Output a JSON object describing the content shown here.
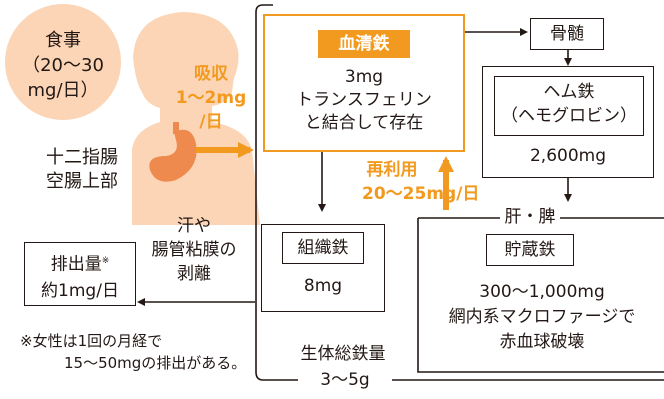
{
  "colors": {
    "accent": "#f29a1f",
    "skin": "#fbd5b5",
    "stomach": "#ee8a4e",
    "text": "#231815"
  },
  "food": {
    "title": "食事",
    "line1": "（20〜30",
    "line2": "mg/日）"
  },
  "absorption": {
    "title": "吸収",
    "line1": "1〜2mg",
    "line2": "/日"
  },
  "duodenum": {
    "line1": "十二指腸",
    "line2": "空腸上部"
  },
  "serum_iron": {
    "title": "血清鉄",
    "amount": "3mg",
    "line1": "トランスフェリン",
    "line2": "と結合して存在"
  },
  "bone_marrow": {
    "label": "骨髄"
  },
  "heme_iron": {
    "title": "ヘム鉄",
    "subtitle": "（ヘモグロビン）",
    "amount": "2,600mg"
  },
  "reuse": {
    "title": "再利用",
    "amount": "20〜25mg/日"
  },
  "storage": {
    "location": "肝・脾",
    "title": "貯蔵鉄",
    "amount": "300〜1,000mg",
    "line1": "網内系マクロファージで",
    "line2": "赤血球破壊"
  },
  "tissue_iron": {
    "title": "組織鉄",
    "amount": "8mg"
  },
  "loss": {
    "line1": "汗や",
    "line2": "腸管粘膜の",
    "line3": "剥離"
  },
  "excretion": {
    "title": "排出量",
    "mark": "※",
    "amount": "約1mg/日"
  },
  "footnote": {
    "line1": "※女性は1回の月経で",
    "line2": "15〜50mgの排出がある。"
  },
  "total_iron": {
    "title": "生体総鉄量",
    "amount": "3〜5g"
  }
}
